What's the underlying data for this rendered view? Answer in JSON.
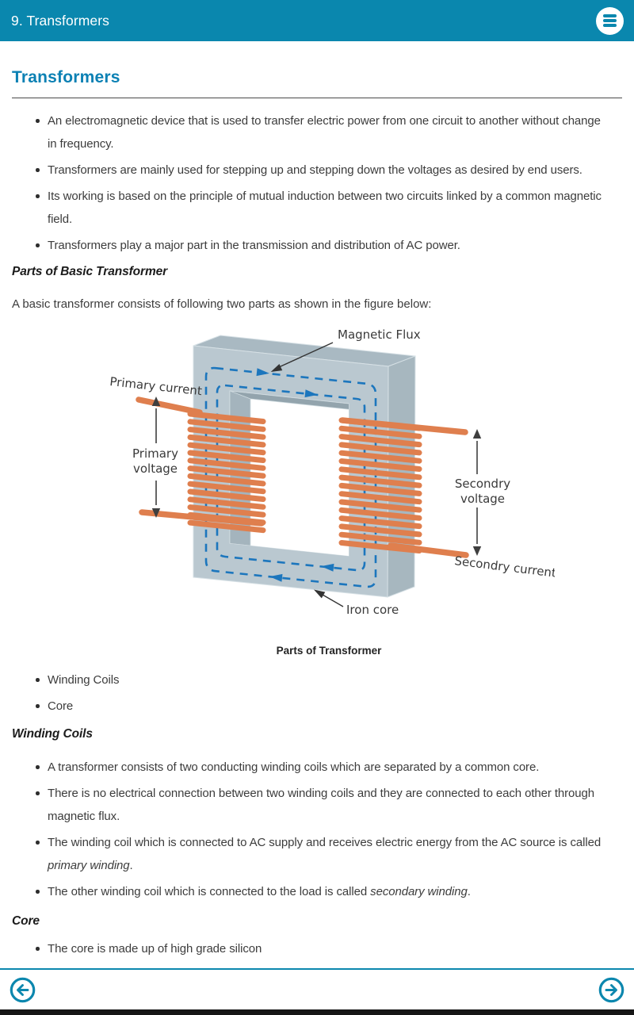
{
  "header": {
    "title": "9. Transformers",
    "menu_icon": "hamburger-icon"
  },
  "content": {
    "title": "Transformers",
    "intro_bullets": [
      "An electromagnetic device that is used to transfer electric power from one circuit to another without change in frequency.",
      "Transformers are mainly used for stepping up and stepping down the voltages as desired by end users.",
      "Its working is based on the principle of mutual induction between two circuits linked by a common magnetic field.",
      "Transformers play a major part in the transmission and distribution of AC power."
    ],
    "parts_heading": "Parts of Basic Transformer",
    "parts_intro": "A basic transformer consists of following two parts as shown in the figure below:",
    "parts_list": [
      "Winding Coils",
      "Core"
    ],
    "winding_heading": "Winding Coils",
    "winding_bullets": [
      "A transformer consists of two conducting winding coils which are separated by a common core.",
      "There is no electrical connection between two winding coils and they are connected to each other through magnetic flux.",
      {
        "pre": "The winding coil which is connected to AC supply and receives electric energy from the AC source is called ",
        "em": "primary winding",
        "post": "."
      },
      {
        "pre": "The other winding coil which is connected to the load is called ",
        "em": "secondary winding",
        "post": "."
      }
    ],
    "core_heading": "Core",
    "core_first_bullet": "The core is made up of high grade silicon"
  },
  "figure": {
    "caption": "Parts of Transformer",
    "labels": {
      "magnetic_flux": "Magnetic Flux",
      "primary_current": "Primary current",
      "primary_voltage_line1": "Primary",
      "primary_voltage_line2": "voltage",
      "secondary_voltage_line1": "Secondry",
      "secondary_voltage_line2": "voltage",
      "secondary_current": "Secondry current",
      "iron_core": "Iron core"
    }
  },
  "footer": {
    "prev_icon": "arrow-left-circle-icon",
    "next_icon": "arrow-right-circle-icon"
  },
  "colors": {
    "header_teal": "#0a87ae",
    "title_blue": "#0c81b4",
    "body_text": "#3c3c3c",
    "winding_orange": "#df7f4e",
    "flux_blue": "#1c76bd",
    "core_front": "#bac8d0",
    "core_top": "#a9b9c2",
    "core_side": "#a7b7bf",
    "core_inner_ceiling": "#93a4ad",
    "core_inner_wall": "#a4b4bd",
    "bottom_bar": "#161616"
  }
}
